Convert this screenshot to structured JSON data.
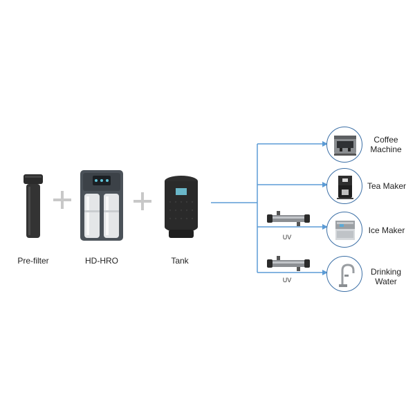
{
  "source": {
    "prefilter_label": "Pre-filter",
    "hdhro_label": "HD-HRO",
    "tank_label": "Tank"
  },
  "uv": {
    "label_1": "UV",
    "label_2": "UV"
  },
  "destinations": {
    "coffee": {
      "line1": "Coffee",
      "line2": "Machine"
    },
    "tea": {
      "line1": "Tea Maker"
    },
    "ice": {
      "line1": "Ice Maker"
    },
    "drinking": {
      "line1": "Drinking",
      "line2": "Water"
    }
  },
  "colors": {
    "line": "#5b9bd5",
    "plus": "#c8c8c8",
    "circle_border": "#3a6ea5"
  }
}
